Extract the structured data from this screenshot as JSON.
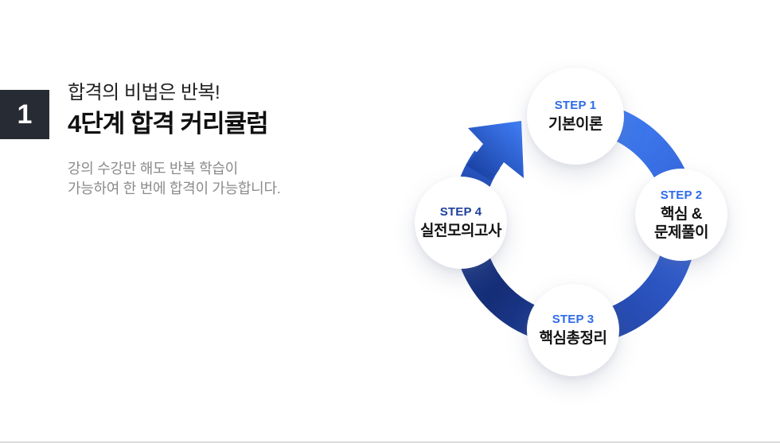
{
  "header": {
    "index": "1",
    "title_line1": "합격의 비법은 반복!",
    "title_line2": "4단계 합격 커리큘럼",
    "description_line1": "강의 수강만 해도 반복 학습이",
    "description_line2": "가능하여 한 번에 합격이 가능합니다."
  },
  "diagram": {
    "steps": [
      {
        "label": "STEP 1",
        "line1": "기본이론",
        "line2": ""
      },
      {
        "label": "STEP 2",
        "line1": "핵심 &",
        "line2": "문제풀이"
      },
      {
        "label": "STEP 3",
        "line1": "핵심총정리",
        "line2": ""
      },
      {
        "label": "STEP 4",
        "line1": "실전모의고사",
        "line2": ""
      }
    ],
    "colors": {
      "arc_bright_blue": "#3e76ee",
      "arc_mid_blue": "#2b55c6",
      "arc_dark_navy": "#162f7a",
      "step_label_blue": "#2d6bea",
      "step4_label_navy": "#1f409a",
      "index_box_bg": "#272c34"
    }
  }
}
